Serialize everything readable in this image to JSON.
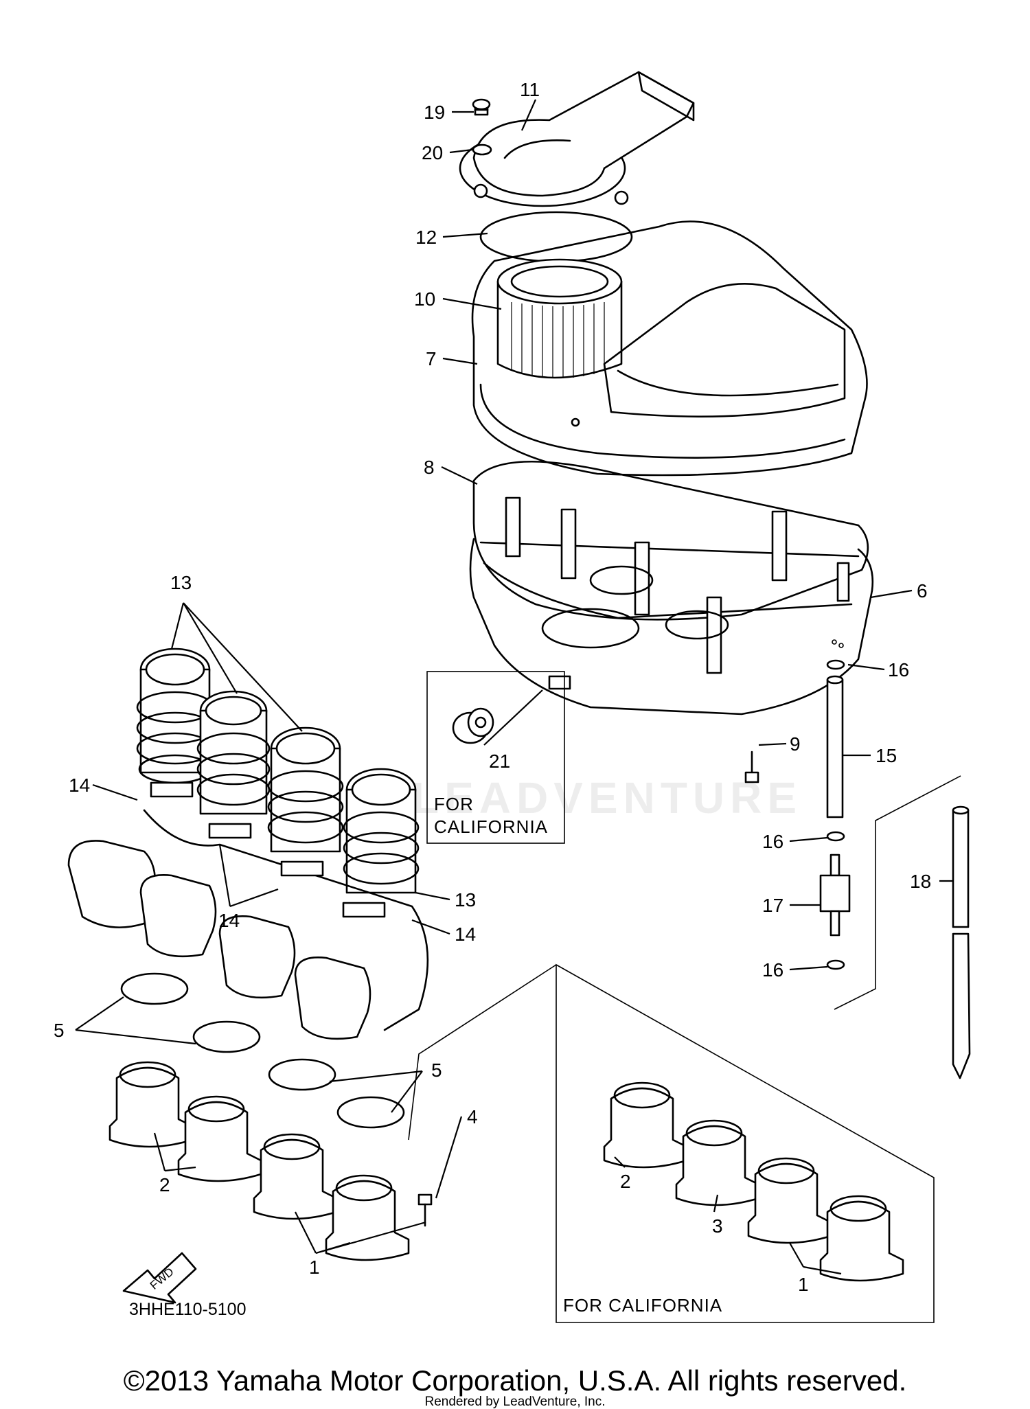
{
  "diagram": {
    "callouts": {
      "c1": "1",
      "c1b": "1",
      "c2": "2",
      "c2b": "2",
      "c3": "3",
      "c4": "4",
      "c5a": "5",
      "c5b": "5",
      "c6": "6",
      "c7": "7",
      "c8": "8",
      "c9": "9",
      "c10": "10",
      "c11": "11",
      "c12": "12",
      "c13a": "13",
      "c13b": "13",
      "c14a": "14",
      "c14b": "14",
      "c14c": "14",
      "c15": "15",
      "c16a": "16",
      "c16b": "16",
      "c16c": "16",
      "c17": "17",
      "c18": "18",
      "c19": "19",
      "c20": "20",
      "c21": "21"
    },
    "california_box_top": [
      "FOR",
      "CALIFORNIA"
    ],
    "california_box_bottom": "FOR CALIFORNIA",
    "fwd_label": "FWD",
    "diagram_code": "3HHE110-5100",
    "watermark": "LEADVENTURE"
  },
  "footer": {
    "copyright": "©2013 Yamaha Motor Corporation, U.S.A. All rights reserved.",
    "rendered_by": "Rendered by LeadVenture, Inc."
  }
}
